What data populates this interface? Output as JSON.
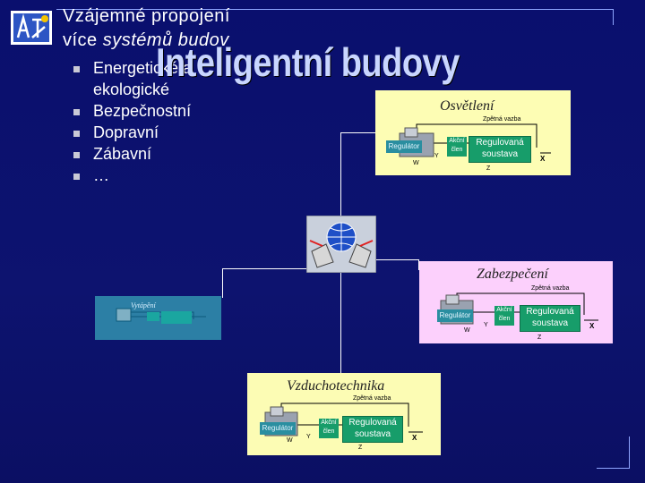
{
  "slide": {
    "title_line1": "Vzájemné propojení",
    "title_line2_prefix": "více ",
    "title_line2_italic": "systémů budov",
    "big_title": "Inteligentní budovy",
    "bullets": [
      {
        "text": "Energetické a",
        "cont": "ekologické"
      },
      {
        "text": "Bezpečnostní"
      },
      {
        "text": "Dopravní"
      },
      {
        "text": "Zábavní"
      },
      {
        "text": "…"
      }
    ]
  },
  "panels": {
    "lighting": {
      "label": "Osvětlení",
      "color": "#fdfdb4"
    },
    "security": {
      "label": "Zabezpečení",
      "color": "#fcd0fc"
    },
    "ventilation": {
      "label": "Vzduchotechnika",
      "color": "#fcfcb4"
    },
    "small": {
      "label": "Vytápění",
      "color": "#2c7fa5"
    }
  },
  "diagram": {
    "feedback": "Zpětná vazba",
    "regulator": "Regulátor",
    "actuator_1": "Akční",
    "actuator_2": "člen",
    "system_1": "Regulovaná",
    "system_2": "soustava",
    "w": "W",
    "y": "Y",
    "z": "Z",
    "x": "X"
  },
  "colors": {
    "background": "#0c1170",
    "accent_green": "#179d6a",
    "regulator_teal": "#2a8ea0"
  }
}
